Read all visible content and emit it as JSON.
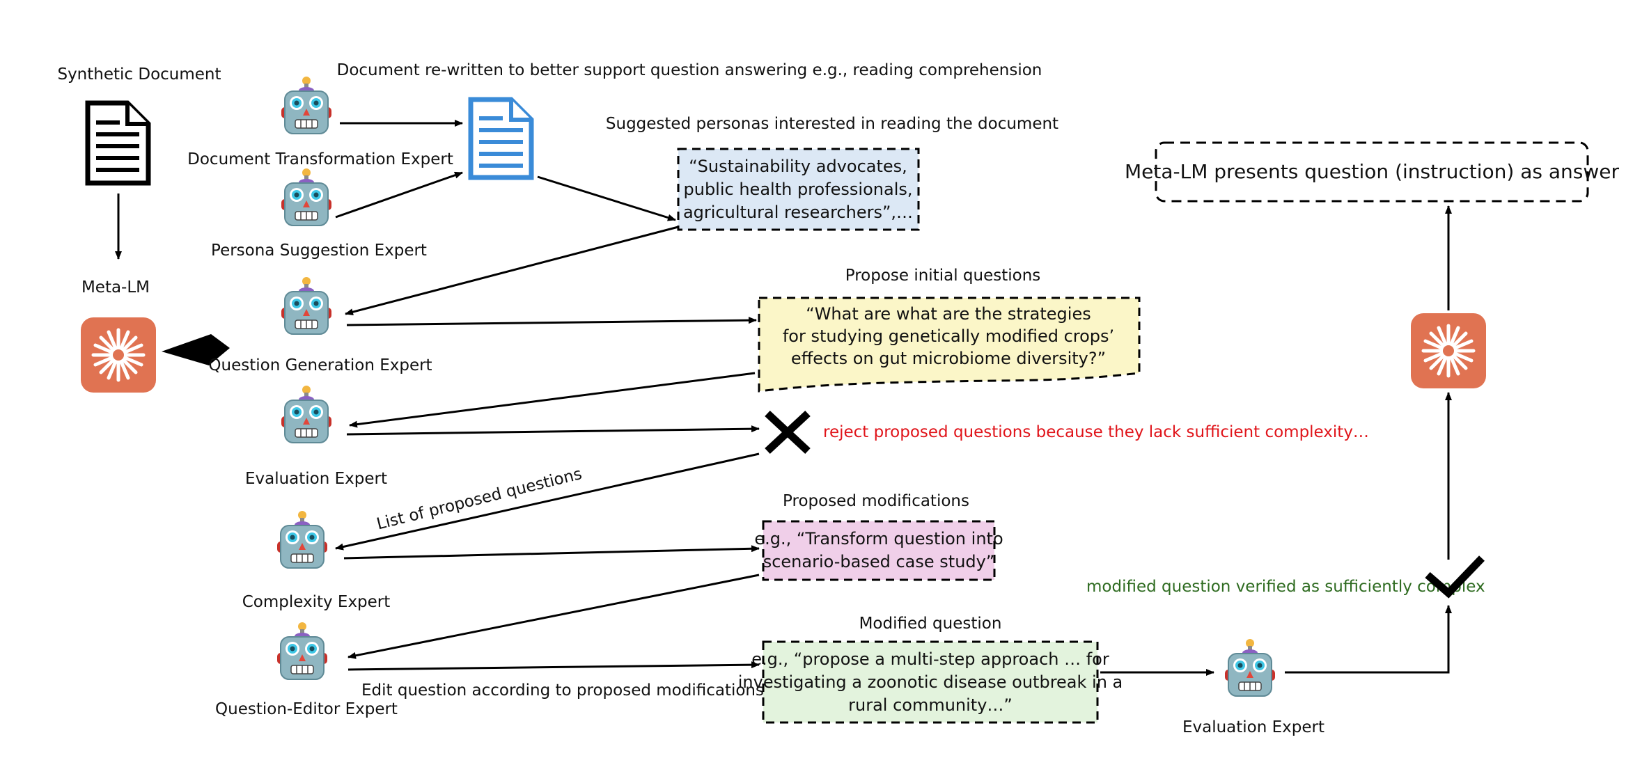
{
  "colors": {
    "meta_lm": "#e07352",
    "doc_icon": "#3a8bd8",
    "robot_face": "#8fb6c1",
    "persona_box": "#dce8f5",
    "question_box": "#fbf6c8",
    "modification_box": "#f0cfe9",
    "modified_box": "#e3f3dd",
    "reject_text": "#e0141a",
    "verified_text": "#2e6b20"
  },
  "labels": {
    "synthetic_document": "Synthetic Document",
    "meta_lm": "Meta-LM",
    "doc_transform_expert": "Document Transformation Expert",
    "persona_expert": "Persona Suggestion Expert",
    "question_gen_expert": "Question Generation Expert",
    "evaluation_expert_1": "Evaluation Expert",
    "complexity_expert": "Complexity Expert",
    "question_editor_expert": "Question-Editor Expert",
    "evaluation_expert_2": "Evaluation Expert",
    "doc_rewritten": "Document re-written to better support question answering e.g., reading comprehension",
    "suggested_personas": "Suggested personas interested in reading the document",
    "propose_initial": "Propose initial questions",
    "list_proposed": "List of proposed questions",
    "proposed_mods": "Proposed modifications",
    "modified_question": "Modified question",
    "edit_question": "Edit question according to proposed modifications",
    "reject": "reject proposed questions because they lack sufficient complexity…",
    "verified": "modified question verified as sufficiently complex"
  },
  "boxes": {
    "personas": [
      "“Sustainability advocates,",
      "public health professionals,",
      "agricultural researchers”,…"
    ],
    "questions": [
      "“What are what are the strategies",
      "for studying genetically modified crops’",
      "effects on gut microbiome diversity?”"
    ],
    "modifications": [
      "e.g., “Transform question into",
      "scenario-based case study”"
    ],
    "modified": [
      "e.g., “propose a multi-step approach … for",
      "investigating a zoonotic disease outbreak in a",
      "rural community…”"
    ],
    "final": "Meta-LM presents question (instruction) as answer"
  },
  "icons": {
    "document": "document-icon",
    "blue_document": "blue-document-icon",
    "robot": "robot-icon",
    "meta_lm": "meta-lm-starburst-icon",
    "reject": "cross-icon",
    "verified": "checkmark-icon"
  }
}
